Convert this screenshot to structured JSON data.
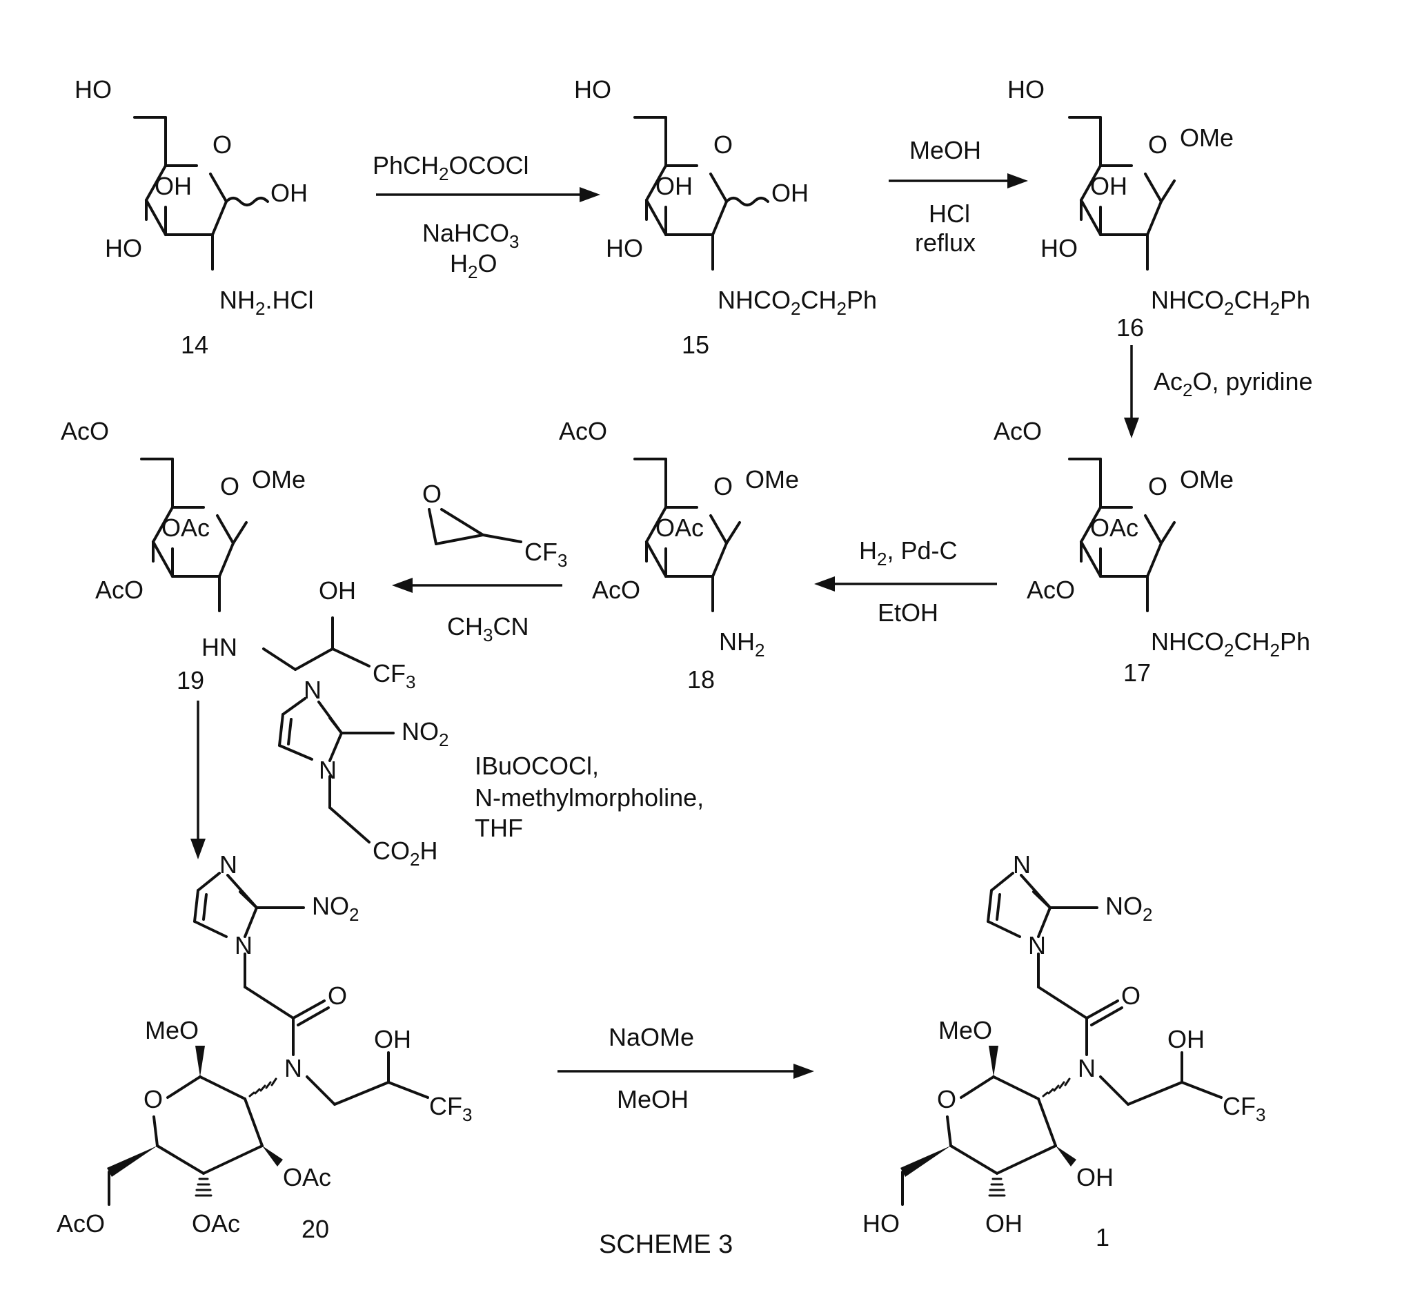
{
  "scheme": {
    "title": "SCHEME 3",
    "compounds": [
      {
        "id": "14",
        "substituents": {
          "c6": "HO",
          "ring_o": "O",
          "c3": "OH",
          "c4": "HO",
          "c1": "OH",
          "c2": "NH2.HCl"
        }
      },
      {
        "id": "15",
        "substituents": {
          "c6": "HO",
          "ring_o": "O",
          "c3": "OH",
          "c4": "HO",
          "c1": "OH",
          "c2": "NHCO2CH2Ph"
        }
      },
      {
        "id": "16",
        "substituents": {
          "c6": "HO",
          "ring_o": "O",
          "c3": "OH",
          "c4": "HO",
          "c1": "OMe",
          "c2": "NHCO2CH2Ph"
        }
      },
      {
        "id": "17",
        "substituents": {
          "c6": "AcO",
          "ring_o": "O",
          "c3": "OAc",
          "c4": "AcO",
          "c1": "OMe",
          "c2": "NHCO2CH2Ph"
        }
      },
      {
        "id": "18",
        "substituents": {
          "c6": "AcO",
          "ring_o": "O",
          "c3": "OAc",
          "c4": "AcO",
          "c1": "OMe",
          "c2": "NH2"
        }
      },
      {
        "id": "19",
        "substituents": {
          "c6": "AcO",
          "ring_o": "O",
          "c3": "OAc",
          "c4": "AcO",
          "c1": "OMe",
          "nh": "HN",
          "oh": "OH",
          "cf3": "CF3"
        }
      },
      {
        "id": "20",
        "substituents": {
          "ome": "MeO",
          "ring_o": "O",
          "oac3": "OAc",
          "oac4": "OAc",
          "aco6": "AcO",
          "carbonyl": "O",
          "n": "N",
          "oh": "OH",
          "cf3": "CF3",
          "imid_n3": "N",
          "imid_n1": "N",
          "no2": "NO2"
        }
      },
      {
        "id": "1",
        "substituents": {
          "ome": "MeO",
          "ring_o": "O",
          "oh3": "OH",
          "oh4": "OH",
          "ho6": "HO",
          "carbonyl": "O",
          "n": "N",
          "oh": "OH",
          "cf3": "CF3",
          "imid_n3": "N",
          "imid_n1": "N",
          "no2": "NO2"
        }
      }
    ],
    "steps": [
      {
        "from": "14",
        "to": "15",
        "above": [
          "PhCH2OCOCl"
        ],
        "below": [
          "NaHCO3",
          "H2O"
        ]
      },
      {
        "from": "15",
        "to": "16",
        "above": [
          "MeOH"
        ],
        "below": [
          "HCl",
          "reflux"
        ]
      },
      {
        "from": "16",
        "to": "17",
        "side": [
          "Ac2O, pyridine"
        ]
      },
      {
        "from": "17",
        "to": "18",
        "above": [
          "H2, Pd-C"
        ],
        "below": [
          "EtOH"
        ]
      },
      {
        "from": "18",
        "to": "19",
        "above": [
          "O",
          "CF3"
        ],
        "below": [
          "CH3CN"
        ]
      },
      {
        "from": "19",
        "to": "20",
        "reagent_structure": {
          "n3": "N",
          "n1": "N",
          "no2": "NO2",
          "co2h": "CO2H"
        },
        "side": [
          "IBuOCOCl,",
          "N-methylmorpholine,",
          "THF"
        ]
      },
      {
        "from": "20",
        "to": "1",
        "above": [
          "NaOMe"
        ],
        "below": [
          "MeOH"
        ]
      }
    ]
  }
}
